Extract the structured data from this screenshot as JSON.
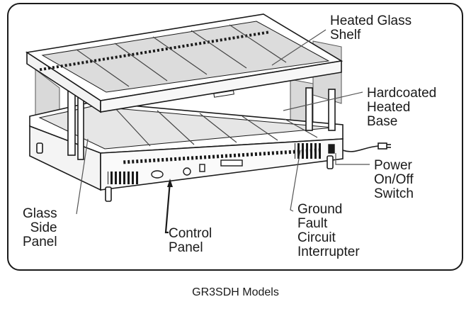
{
  "labels": {
    "heated_glass_shelf": [
      "Heated Glass",
      "Shelf"
    ],
    "hardcoated_heated_base": [
      "Hardcoated",
      "Heated",
      "Base"
    ],
    "power_switch": [
      "Power",
      "On/Off",
      "Switch"
    ],
    "gfci": [
      "Ground",
      "Fault",
      "Circuit",
      "Interrupter"
    ],
    "control_panel": [
      "Control",
      "Panel"
    ],
    "glass_side_panel": [
      "Glass",
      "Side",
      "Panel"
    ]
  },
  "caption": "GR3SDH Models"
}
